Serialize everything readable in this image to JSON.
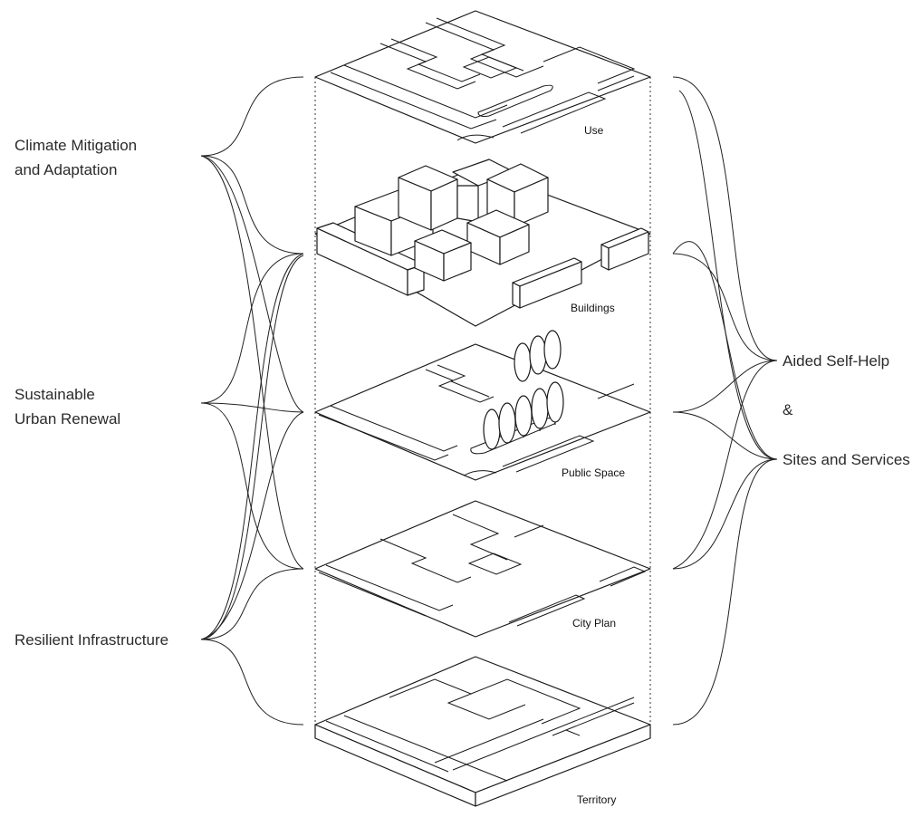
{
  "left_labels": {
    "climate_line1": "Climate Mitigation",
    "climate_line2": "and Adaptation",
    "urban_line1": "Sustainable",
    "urban_line2": "Urban Renewal",
    "infra": "Resilient Infrastructure"
  },
  "right_labels": {
    "aided": "Aided Self-Help",
    "amp": "&",
    "sites": "Sites and Services"
  },
  "layers": {
    "use": "Use",
    "buildings": "Buildings",
    "public_space": "Public Space",
    "city_plan": "City Plan",
    "territory": "Territory"
  }
}
